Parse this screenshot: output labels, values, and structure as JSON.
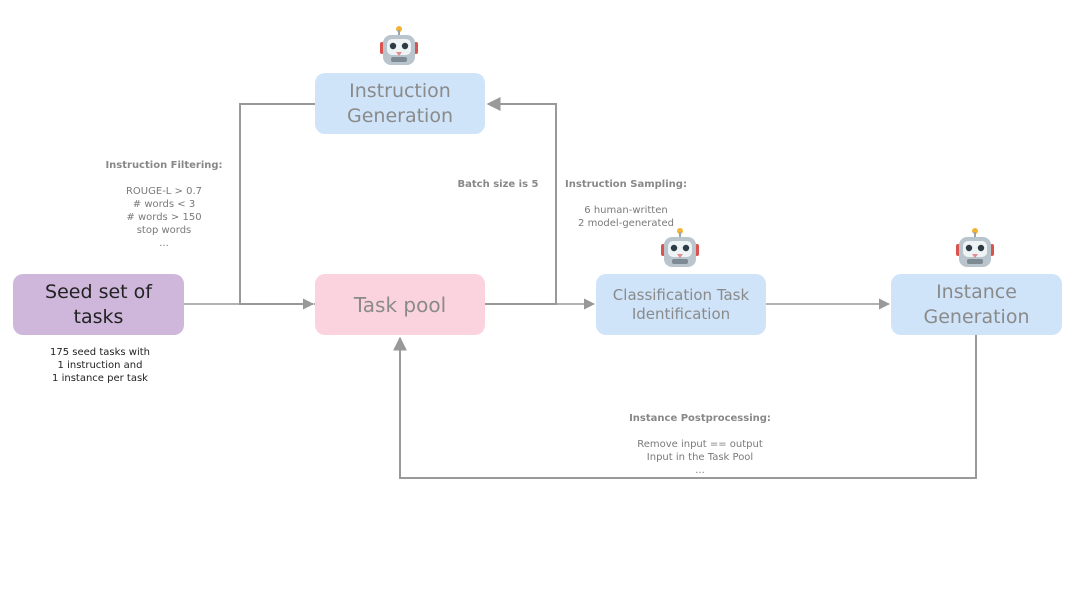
{
  "nodes": {
    "seed": "Seed set of\ntasks",
    "task_pool": "Task pool",
    "instruction_generation": "Instruction\nGeneration",
    "classification": "Classification Task\nIdentification",
    "instance_generation": "Instance\nGeneration"
  },
  "notes": {
    "seed": "175 seed tasks with\n1 instruction and\n1 instance per task",
    "filtering_title": "Instruction Filtering:",
    "filtering_body": "ROUGE-L > 0.7\n# words < 3\n# words > 150\nstop words\n...",
    "batch": "Batch size is 5",
    "sampling_title": "Instruction Sampling:",
    "sampling_body": "6 human-written\n2 model-generated",
    "postprocessing_title": "Instance Postprocessing:",
    "postprocessing_body": "Remove input == output\nInput in the Task Pool\n..."
  },
  "icons": {
    "robot": "robot-icon"
  },
  "colors": {
    "seed": "#cfb7dc",
    "task_pool": "#fbd3de",
    "model_step": "#cfe4f9",
    "arrow": "#999999"
  }
}
